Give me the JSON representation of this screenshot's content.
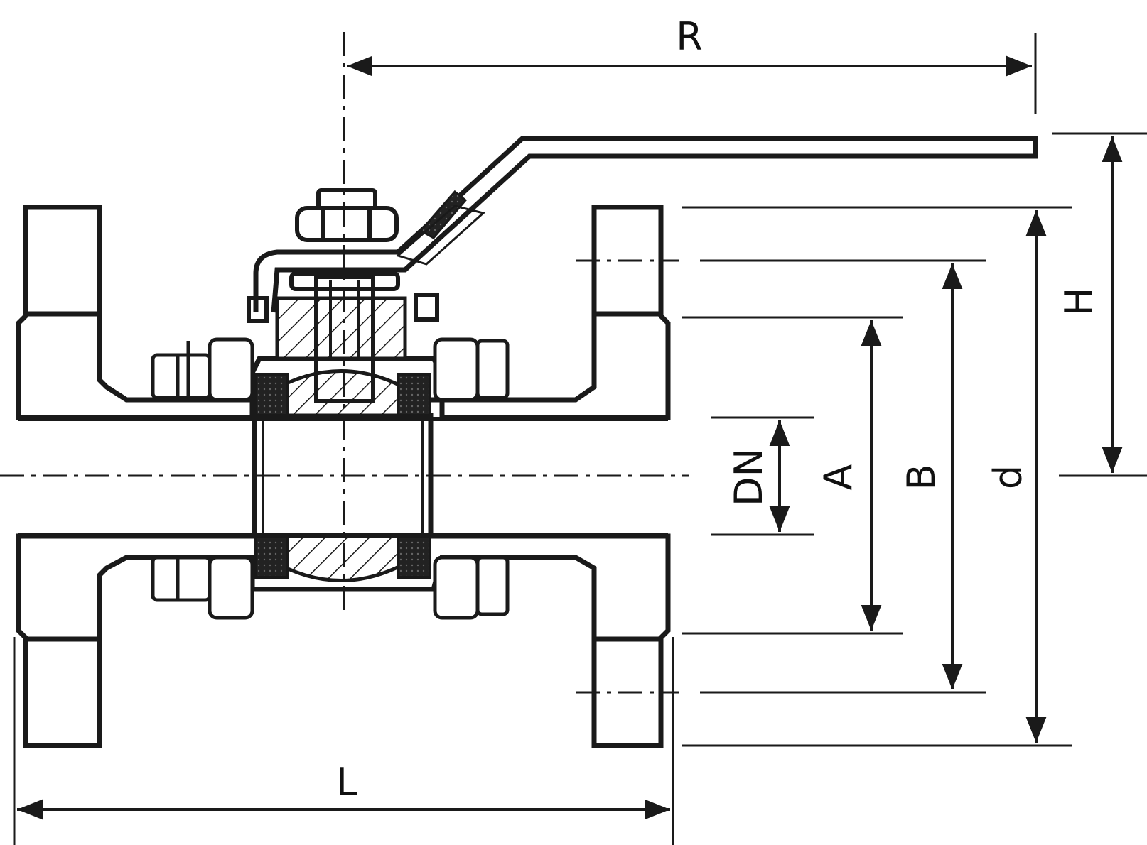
{
  "labels": {
    "R": "R",
    "H": "H",
    "d": "d",
    "B": "B",
    "A": "A",
    "DN": "DN",
    "L": "L"
  },
  "colors": {
    "ink": "#1a1a1a",
    "paper": "#ffffff"
  }
}
